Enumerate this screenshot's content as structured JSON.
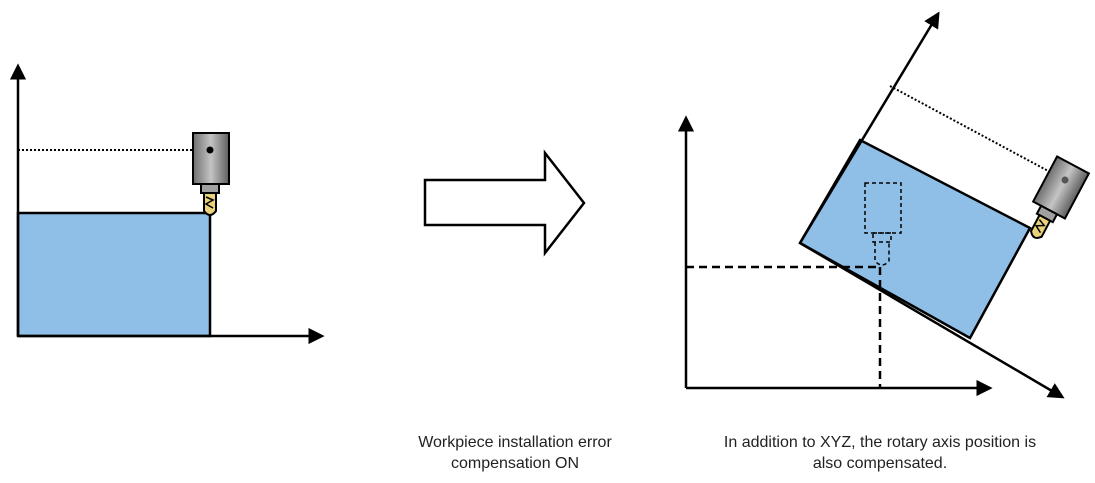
{
  "captions": {
    "left_line1": "Workpiece installation error",
    "left_line2": "compensation ON",
    "right_line1": "In addition to XYZ, the rotary axis position is",
    "right_line2": "also compensated."
  },
  "colors": {
    "workpiece": "#8fbfe6",
    "stroke": "#000000",
    "tool_body": "#8a8a8a",
    "tool_tip": "#e8d27a"
  },
  "icons": [
    "right-arrow-icon",
    "tool-spindle-icon"
  ]
}
